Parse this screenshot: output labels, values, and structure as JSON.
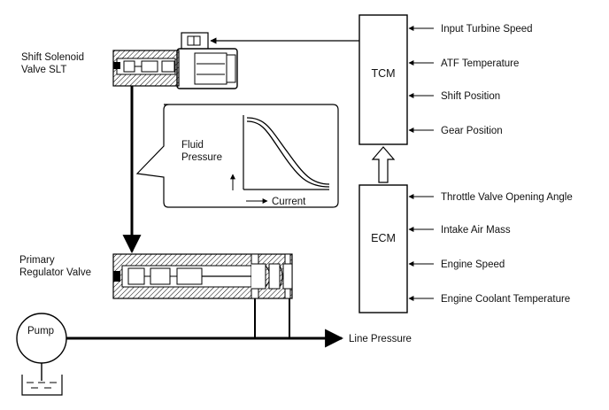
{
  "labels": {
    "shift_solenoid_line1": "Shift Solenoid",
    "shift_solenoid_line2": "Valve SLT",
    "fluid_line1": "Fluid",
    "fluid_line2": "Pressure",
    "current": "Current",
    "primary_line1": "Primary",
    "primary_line2": "Regulator Valve",
    "pump": "Pump",
    "line_pressure": "Line Pressure",
    "tcm": "TCM",
    "ecm": "ECM"
  },
  "tcm_inputs": [
    "Input Turbine Speed",
    "ATF Temperature",
    "Shift Position",
    "Gear Position"
  ],
  "ecm_inputs": [
    "Throttle Valve Opening Angle",
    "Intake Air Mass",
    "Engine Speed",
    "Engine Coolant Temperature"
  ]
}
